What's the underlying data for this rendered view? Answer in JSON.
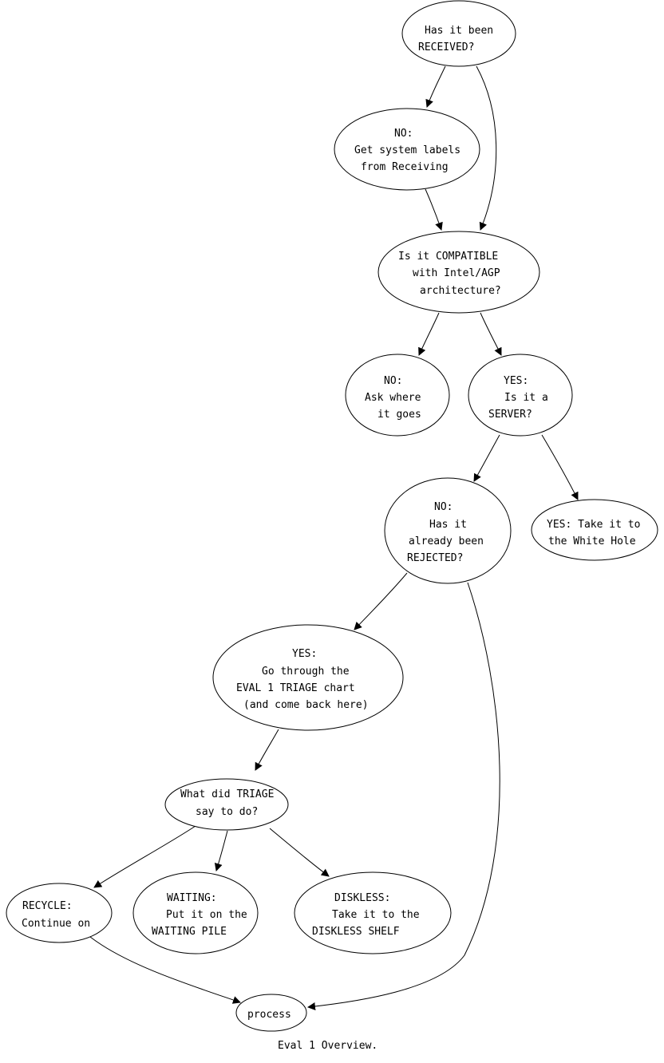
{
  "caption": "Eval 1 Overview.",
  "nodes": {
    "received": [
      "Has it been",
      "RECEIVED?"
    ],
    "get_labels": [
      "NO:",
      "Get system labels",
      "from Receiving"
    ],
    "compatible": [
      "Is it COMPATIBLE",
      "with Intel/AGP",
      "architecture?"
    ],
    "ask_where": [
      "NO:",
      "Ask where",
      "it goes"
    ],
    "server": [
      "YES:",
      "Is it a",
      "SERVER?"
    ],
    "rejected": [
      "NO:",
      "Has it",
      "already been",
      "REJECTED?"
    ],
    "white_hole": [
      "YES: Take it to",
      "the White Hole"
    ],
    "eval_triage": [
      "YES:",
      "Go through the",
      "EVAL 1 TRIAGE chart",
      "(and come back here)"
    ],
    "triage_say": [
      "What did TRIAGE",
      "say to do?"
    ],
    "recycle": [
      "RECYCLE:",
      "Continue on"
    ],
    "waiting": [
      "WAITING:",
      "Put it on the",
      "WAITING PILE"
    ],
    "diskless": [
      "DISKLESS:",
      "Take it to the",
      "DISKLESS SHELF"
    ],
    "process": [
      "process"
    ]
  }
}
